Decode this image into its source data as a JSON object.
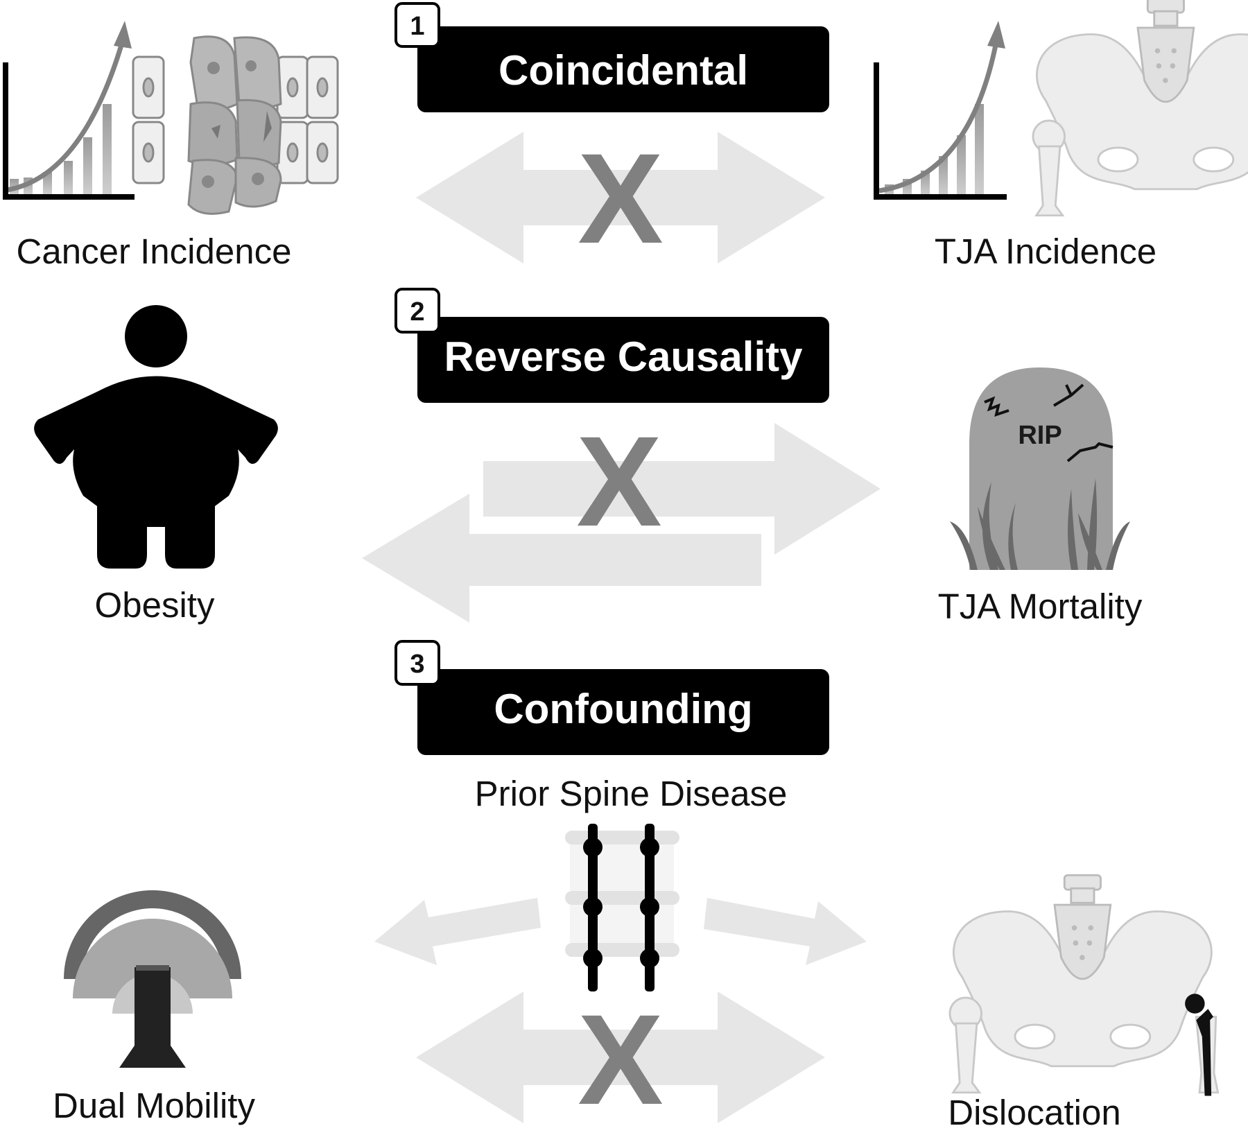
{
  "sections": [
    {
      "number": "1",
      "title": "Coincidental",
      "left_label": "Cancer Incidence",
      "right_label": "TJA Incidence"
    },
    {
      "number": "2",
      "title": "Reverse Causality",
      "left_label": "Obesity",
      "right_label": "TJA Mortality"
    },
    {
      "number": "3",
      "title": "Confounding",
      "confounder_label": "Prior Spine Disease",
      "left_label": "Dual Mobility",
      "right_label": "Dislocation"
    }
  ],
  "no_link_mark": "X",
  "tombstone_text": "RIP",
  "colors": {
    "banner": "#000000",
    "arrow": "#e6e6e6",
    "x_mark": "#808080",
    "icon_dark": "#000000",
    "icon_mid": "#9a9a9a",
    "bone": "#eeeeee"
  }
}
